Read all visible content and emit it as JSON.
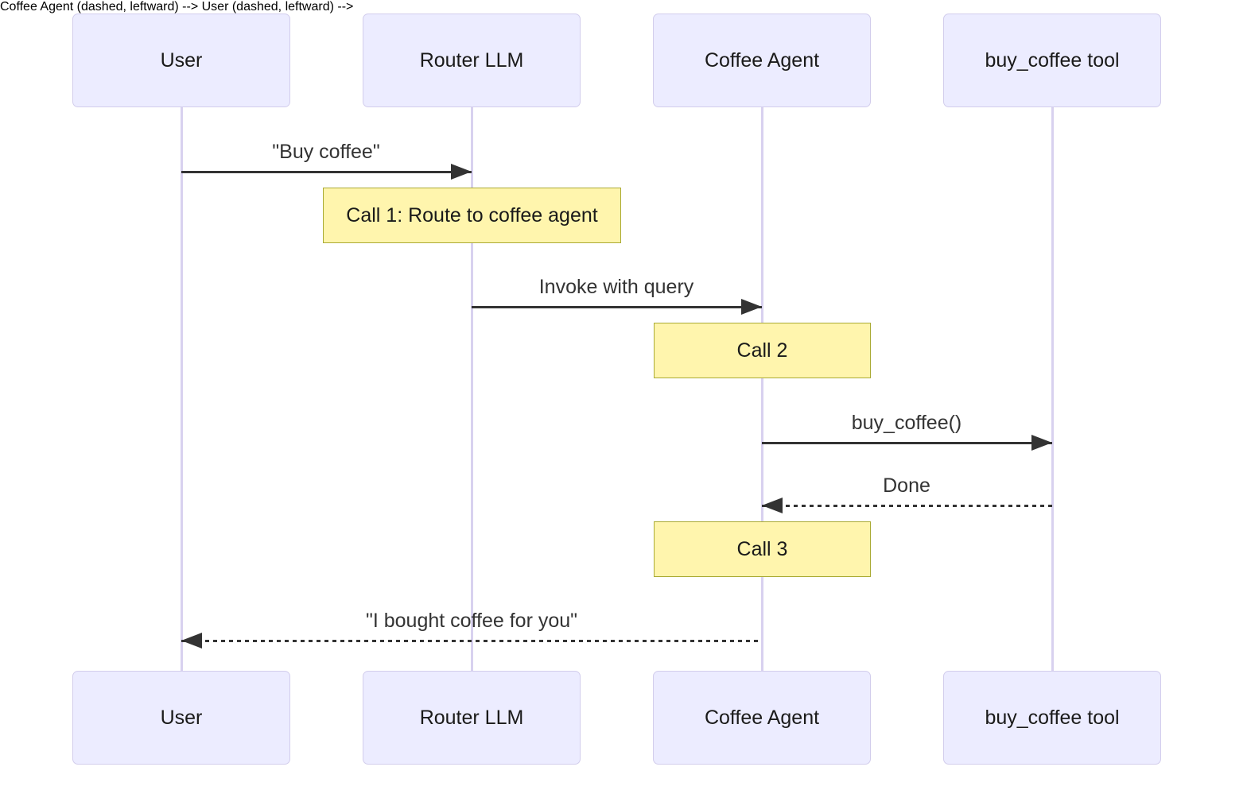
{
  "theme": {
    "bg": "#ffffff",
    "actor_fill": "#ececff",
    "actor_border": "#d2cdec",
    "lifeline": "#d8d1ef",
    "note_fill": "#fff5ad",
    "note_border": "#aaaa33",
    "arrow": "#333333",
    "text": "#1a1a1a"
  },
  "diagram_type": "sequence-diagram",
  "participants": [
    {
      "name": "User"
    },
    {
      "name": "Router LLM"
    },
    {
      "name": "Coffee Agent"
    },
    {
      "name": "buy_coffee tool"
    }
  ],
  "messages": [
    {
      "label": "\"Buy coffee\"",
      "from": "User",
      "to": "Router LLM",
      "line": "solid",
      "direction": "right"
    },
    {
      "label": "Invoke with query",
      "from": "Router LLM",
      "to": "Coffee Agent",
      "line": "solid",
      "direction": "right"
    },
    {
      "label": "buy_coffee()",
      "from": "Coffee Agent",
      "to": "buy_coffee tool",
      "line": "solid",
      "direction": "right"
    },
    {
      "label": "Done",
      "from": "buy_coffee tool",
      "to": "Coffee Agent",
      "line": "dashed",
      "direction": "left"
    },
    {
      "label": "\"I bought coffee for you\"",
      "from": "Coffee Agent",
      "to": "User",
      "line": "dashed",
      "direction": "left"
    }
  ],
  "notes": [
    {
      "label": "Call 1: Route to coffee agent",
      "over": "Router LLM"
    },
    {
      "label": "Call 2",
      "over": "Coffee Agent"
    },
    {
      "label": "Call 3",
      "over": "Coffee Agent"
    }
  ]
}
